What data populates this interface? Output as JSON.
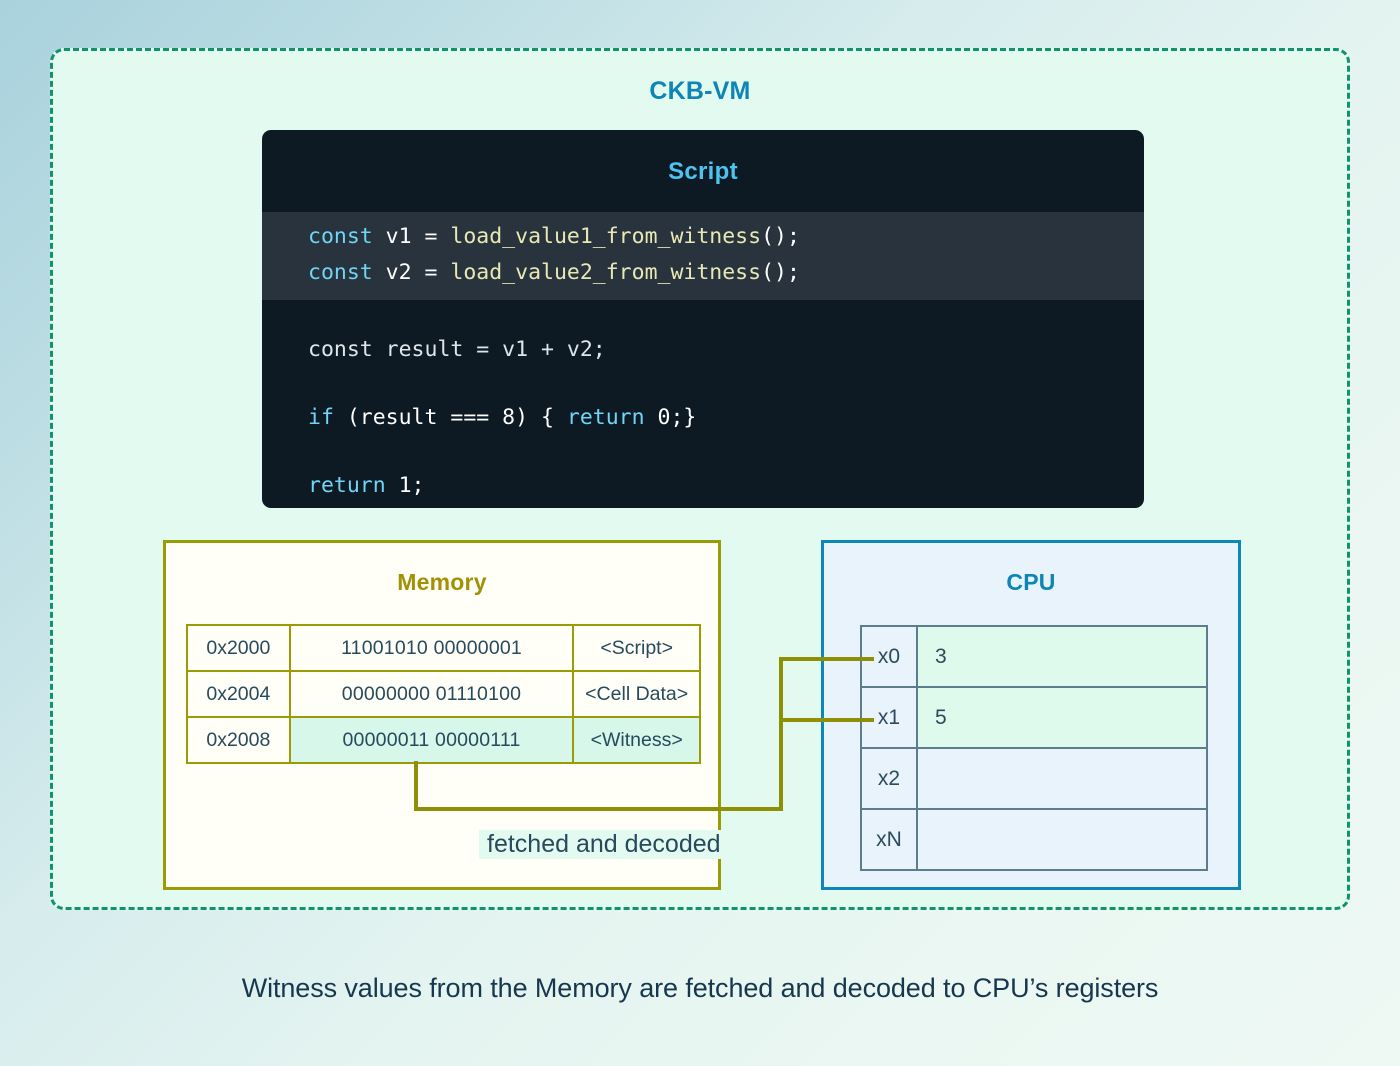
{
  "diagram": {
    "vm_title": "CKB-VM",
    "caption": "Witness values from the Memory are fetched and decoded to CPU’s registers",
    "fetch_label": "fetched and decoded"
  },
  "script": {
    "title": "Script",
    "lines": {
      "l1_kw": "const",
      "l1_mid": " v1 = ",
      "l1_fn": "load_value1_from_witness",
      "l1_tail": "();",
      "l2_kw": "const",
      "l2_mid": " v2 = ",
      "l2_fn": "load_value2_from_witness",
      "l2_tail": "();",
      "l3": "const result = v1 + v2;",
      "l4_if": "if",
      "l4_cond": " (result === 8) { ",
      "l4_return": "return",
      "l4_tail": " 0;}",
      "l5_return": "return",
      "l5_tail": " 1;"
    }
  },
  "memory": {
    "title": "Memory",
    "rows": [
      {
        "address": "0x2000",
        "bits": "11001010 00000001",
        "label": "<Script>",
        "highlight": false
      },
      {
        "address": "0x2004",
        "bits": "00000000 01110100",
        "label": "<Cell Data>",
        "highlight": false
      },
      {
        "address": "0x2008",
        "bits": "00000011 00000111",
        "label": "<Witness>",
        "highlight": true
      }
    ]
  },
  "cpu": {
    "title": "CPU",
    "registers": [
      {
        "name": "x0",
        "value": "3",
        "filled": true
      },
      {
        "name": "x1",
        "value": "5",
        "filled": true
      },
      {
        "name": "x2",
        "value": "",
        "filled": false
      },
      {
        "name": "xN",
        "value": "",
        "filled": false
      }
    ]
  },
  "colors": {
    "vm_accent": "#0d85b5",
    "memory_accent": "#a29105",
    "cpu_accent": "#0d85b5",
    "wire": "#8f8f05",
    "highlight_mint": "#d6f7ea",
    "dashed_border": "#11936c"
  }
}
